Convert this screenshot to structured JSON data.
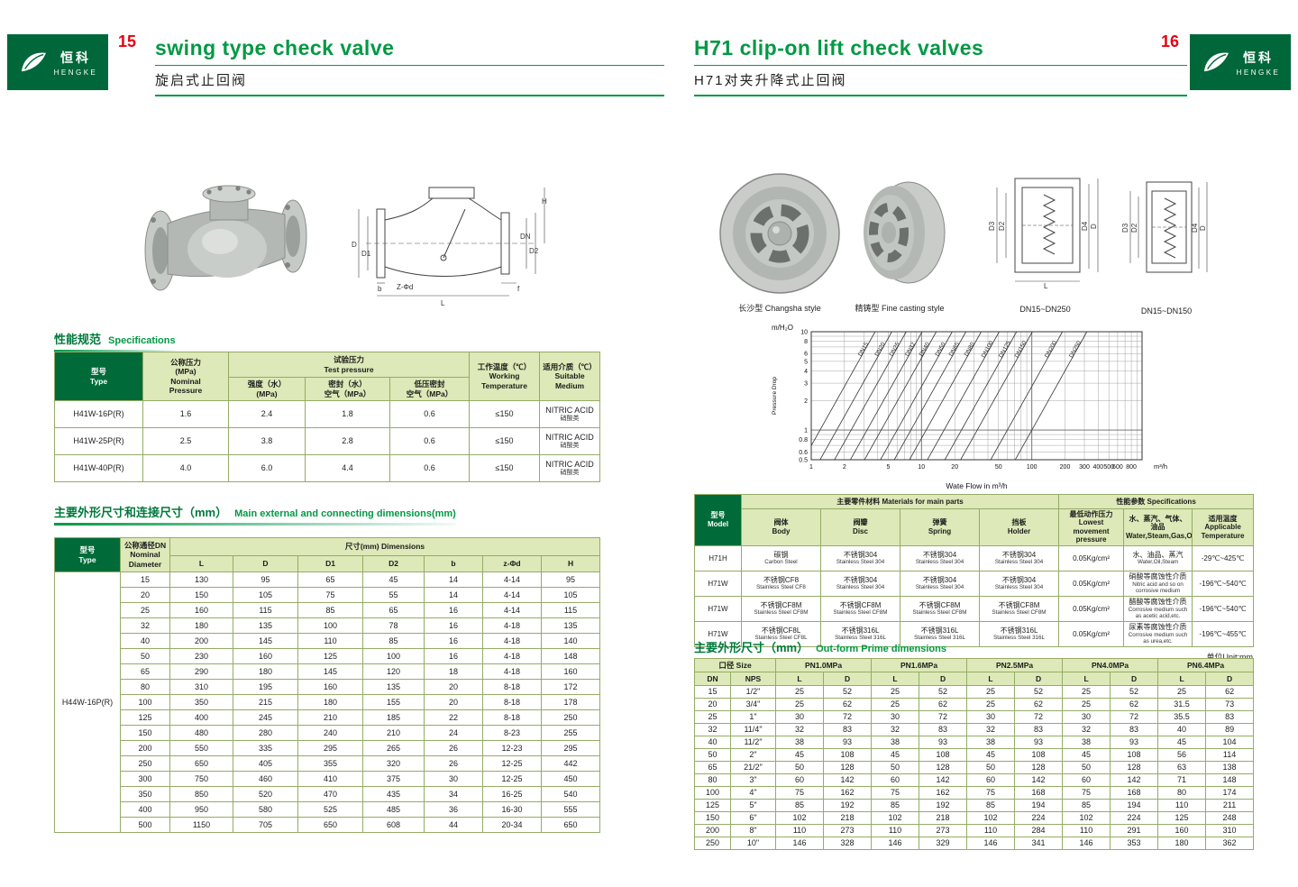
{
  "header": {
    "left_page_no": "15",
    "right_page_no": "16",
    "left_title": "swing type check valve",
    "left_subtitle": "旋启式止回阀",
    "right_title": "H71 clip-on lift check valves",
    "right_subtitle": "H71对夹升降式止回阀",
    "brand_zh": "恒科",
    "brand_en": "HENGKE"
  },
  "dim_labels": {
    "H": "H",
    "D": "D",
    "D1": "D1",
    "D2": "D2",
    "D3": "D3",
    "D4": "D4",
    "DN": "DN",
    "L": "L",
    "b": "b",
    "f": "f",
    "zphid": "Z-Φd"
  },
  "left": {
    "spec_heading": {
      "zh": "性能规范",
      "en": "Specifications"
    },
    "spec_table": {
      "h_type": "型号\nType",
      "h_nominal": "公称压力\n(MPa)\nNominal\nPressure",
      "h_test": "试验压力\nTest pressure",
      "h_strength": "强度（水）\n(MPa)",
      "h_seal": "密封（水）\n空气（MPa）",
      "h_low": "低压密封\n空气（MPa）",
      "h_temp": "工作温度（℃）\nWorking\nTemperature",
      "h_medium": "适用介质（℃）\nSuitable\nMedium",
      "rows": [
        [
          "H41W-16P(R)",
          "1.6",
          "2.4",
          "1.8",
          "0.6",
          "≤150",
          "NITRIC ACID\n硝酸类"
        ],
        [
          "H41W-25P(R)",
          "2.5",
          "3.8",
          "2.8",
          "0.6",
          "≤150",
          "NITRIC ACID\n硝酸类"
        ],
        [
          "H41W-40P(R)",
          "4.0",
          "6.0",
          "4.4",
          "0.6",
          "≤150",
          "NITRIC ACID\n硝酸类"
        ]
      ]
    },
    "dim_heading": {
      "zh": "主要外形尺寸和连接尺寸（mm）",
      "en": "Main external and connecting dimensions(mm)"
    },
    "dim_table": {
      "h_type": "型号\nType",
      "h_dn": "公称通径DN\nNominal\nDiameter",
      "h_dims": "尺寸(mm) Dimensions",
      "cols": [
        "L",
        "D",
        "D1",
        "D2",
        "b",
        "z-Φd",
        "H"
      ],
      "model": "H44W-16P(R)",
      "rows": [
        [
          "15",
          "130",
          "95",
          "65",
          "45",
          "14",
          "4-14",
          "95"
        ],
        [
          "20",
          "150",
          "105",
          "75",
          "55",
          "14",
          "4-14",
          "105"
        ],
        [
          "25",
          "160",
          "115",
          "85",
          "65",
          "16",
          "4-14",
          "115"
        ],
        [
          "32",
          "180",
          "135",
          "100",
          "78",
          "16",
          "4-18",
          "135"
        ],
        [
          "40",
          "200",
          "145",
          "110",
          "85",
          "16",
          "4-18",
          "140"
        ],
        [
          "50",
          "230",
          "160",
          "125",
          "100",
          "16",
          "4-18",
          "148"
        ],
        [
          "65",
          "290",
          "180",
          "145",
          "120",
          "18",
          "4-18",
          "160"
        ],
        [
          "80",
          "310",
          "195",
          "160",
          "135",
          "20",
          "8-18",
          "172"
        ],
        [
          "100",
          "350",
          "215",
          "180",
          "155",
          "20",
          "8-18",
          "178"
        ],
        [
          "125",
          "400",
          "245",
          "210",
          "185",
          "22",
          "8-18",
          "250"
        ],
        [
          "150",
          "480",
          "280",
          "240",
          "210",
          "24",
          "8-23",
          "255"
        ],
        [
          "200",
          "550",
          "335",
          "295",
          "265",
          "26",
          "12-23",
          "295"
        ],
        [
          "250",
          "650",
          "405",
          "355",
          "320",
          "26",
          "12-25",
          "442"
        ],
        [
          "300",
          "750",
          "460",
          "410",
          "375",
          "30",
          "12-25",
          "450"
        ],
        [
          "350",
          "850",
          "520",
          "470",
          "435",
          "34",
          "16-25",
          "540"
        ],
        [
          "400",
          "950",
          "580",
          "525",
          "485",
          "36",
          "16-30",
          "555"
        ],
        [
          "500",
          "1150",
          "705",
          "650",
          "608",
          "44",
          "20-34",
          "650"
        ]
      ]
    }
  },
  "right": {
    "captions": [
      "长沙型 Changsha style",
      "精铸型 Fine casting style",
      "DN15~DN250",
      "DN15~DN150"
    ],
    "materials_table": {
      "h_model": "型号\nModel",
      "h_materials": "主要零件材料 Materials for main parts",
      "h_specs": "性能参数 Specifications",
      "h_body": "阀体\nBody",
      "h_disc": "阀瓣\nDisc",
      "h_spring": "弹簧\nSpring",
      "h_holder": "挡板\nHolder",
      "h_lowest": "最低动作压力\nLowest movement\npressure",
      "h_medium": "水、蒸汽、气体、油品\nWater,Steam,Gas,Oil,",
      "h_temp": "适用温度\nApplicable\nTemperature",
      "rows": [
        [
          "H71H",
          "碳钢\nCarbon Steel",
          "不锈钢304\nStainless Steel 304",
          "不锈钢304\nStainless Steel 304",
          "不锈钢304\nStainless Steel 304",
          "0.05Kg/cm²",
          "水、油品、蒸汽\nWater,Oil,Steam",
          "-29℃~425℃"
        ],
        [
          "H71W",
          "不锈钢CF8\nStainless Steel CF8",
          "不锈钢304\nStainless Steel 304",
          "不锈钢304\nStainless Steel 304",
          "不锈钢304\nStainless Steel 304",
          "0.05Kg/cm²",
          "硝酸等腐蚀性介质\nNitric acid and so on corrosive medium",
          "-196℃~540℃"
        ],
        [
          "H71W",
          "不锈钢CF8M\nStainless Steel CF8M",
          "不锈钢CF8M\nStainless Steel CF8M",
          "不锈钢CF8M\nStainless Steel CF8M",
          "不锈钢CF8M\nStainless Steel CF8M",
          "0.05Kg/cm²",
          "醋酸等腐蚀性介质\nCorrosive medium such as acetic acid,etc.",
          "-196℃~540℃"
        ],
        [
          "H71W",
          "不锈钢CF8L\nStainless Steel CF8L",
          "不锈钢316L\nStainless Steel 316L",
          "不锈钢316L\nStainless Steel 316L",
          "不锈钢316L\nStainless Steel 316L",
          "0.05Kg/cm²",
          "尿素等腐蚀性介质\nCorrosive medium such as urea,etc.",
          "-196℃~455℃"
        ]
      ]
    },
    "outform_heading": {
      "zh": "主要外形尺寸（mm）",
      "en": "Out-form Prime dimensions",
      "unit": "单位Unit:mm"
    },
    "outform_table": {
      "h_size": "口径 Size",
      "h_dn": "DN",
      "h_nps": "NPS",
      "h_l": "L",
      "h_d": "D",
      "pressure_cols": [
        "PN1.0MPa",
        "PN1.6MPa",
        "PN2.5MPa",
        "PN4.0MPa",
        "PN6.4MPa"
      ],
      "rows": [
        [
          "15",
          "1/2\"",
          "25",
          "52",
          "25",
          "52",
          "25",
          "52",
          "25",
          "52",
          "25",
          "62"
        ],
        [
          "20",
          "3/4\"",
          "25",
          "62",
          "25",
          "62",
          "25",
          "62",
          "25",
          "62",
          "31.5",
          "73"
        ],
        [
          "25",
          "1\"",
          "30",
          "72",
          "30",
          "72",
          "30",
          "72",
          "30",
          "72",
          "35.5",
          "83"
        ],
        [
          "32",
          "11/4\"",
          "32",
          "83",
          "32",
          "83",
          "32",
          "83",
          "32",
          "83",
          "40",
          "89"
        ],
        [
          "40",
          "11/2\"",
          "38",
          "93",
          "38",
          "93",
          "38",
          "93",
          "38",
          "93",
          "45",
          "104"
        ],
        [
          "50",
          "2\"",
          "45",
          "108",
          "45",
          "108",
          "45",
          "108",
          "45",
          "108",
          "56",
          "114"
        ],
        [
          "65",
          "21/2\"",
          "50",
          "128",
          "50",
          "128",
          "50",
          "128",
          "50",
          "128",
          "63",
          "138"
        ],
        [
          "80",
          "3\"",
          "60",
          "142",
          "60",
          "142",
          "60",
          "142",
          "60",
          "142",
          "71",
          "148"
        ],
        [
          "100",
          "4\"",
          "75",
          "162",
          "75",
          "162",
          "75",
          "168",
          "75",
          "168",
          "80",
          "174"
        ],
        [
          "125",
          "5\"",
          "85",
          "192",
          "85",
          "192",
          "85",
          "194",
          "85",
          "194",
          "110",
          "211"
        ],
        [
          "150",
          "6\"",
          "102",
          "218",
          "102",
          "218",
          "102",
          "224",
          "102",
          "224",
          "125",
          "248"
        ],
        [
          "200",
          "8\"",
          "110",
          "273",
          "110",
          "273",
          "110",
          "284",
          "110",
          "291",
          "160",
          "310"
        ],
        [
          "250",
          "10\"",
          "146",
          "328",
          "146",
          "329",
          "146",
          "341",
          "146",
          "353",
          "180",
          "362"
        ]
      ]
    }
  },
  "chart_data": {
    "type": "line",
    "scale": "log-log",
    "ylabel_unit": "m/H₂O",
    "ylabel": "Pressure Drop",
    "xlabel": "Wate Flow in m³/h",
    "x_unit": "m³/h",
    "xlim": [
      1,
      1000
    ],
    "ylim": [
      0.5,
      10
    ],
    "x_ticks": [
      1,
      2,
      5,
      10,
      20,
      50,
      100,
      200,
      300,
      400,
      500,
      600,
      800
    ],
    "y_ticks": [
      10,
      8,
      6,
      5,
      4,
      3,
      2,
      1,
      0.8,
      0.6,
      0.5
    ],
    "slope": 2,
    "lines": [
      {
        "label": "DN15",
        "x_at_1m": 1.2
      },
      {
        "label": "DN20",
        "x_at_1m": 1.7
      },
      {
        "label": "DN25",
        "x_at_1m": 2.3
      },
      {
        "label": "DN32",
        "x_at_1m": 3.2
      },
      {
        "label": "DN40",
        "x_at_1m": 4.3
      },
      {
        "label": "DN50",
        "x_at_1m": 6
      },
      {
        "label": "DN65",
        "x_at_1m": 8
      },
      {
        "label": "DN80",
        "x_at_1m": 11
      },
      {
        "label": "DN100",
        "x_at_1m": 16
      },
      {
        "label": "DN125",
        "x_at_1m": 23
      },
      {
        "label": "DN150",
        "x_at_1m": 32
      },
      {
        "label": "DN200",
        "x_at_1m": 60
      },
      {
        "label": "DN250",
        "x_at_1m": 100
      }
    ]
  }
}
